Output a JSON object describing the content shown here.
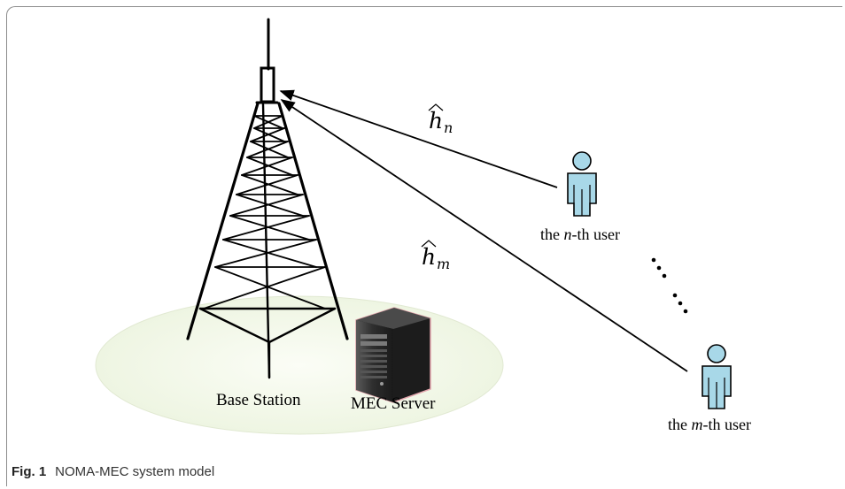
{
  "figure": {
    "caption_number": "Fig. 1",
    "caption_text": "NOMA-MEC system model"
  },
  "labels": {
    "base_station": "Base Station",
    "mec_server": "MEC Server",
    "user_n": {
      "prefix": "the ",
      "index": "n",
      "suffix": "-th user"
    },
    "user_m": {
      "prefix": "the ",
      "index": "m",
      "suffix": "-th user"
    }
  },
  "channels": {
    "h_n": {
      "symbol": "h",
      "subscript": "n"
    },
    "h_m": {
      "symbol": "h",
      "subscript": "m"
    }
  },
  "colors": {
    "user_fill": "#a8d8e8",
    "coverage_fill": "#f1f6e8",
    "server_border": "#e4a6ae"
  }
}
